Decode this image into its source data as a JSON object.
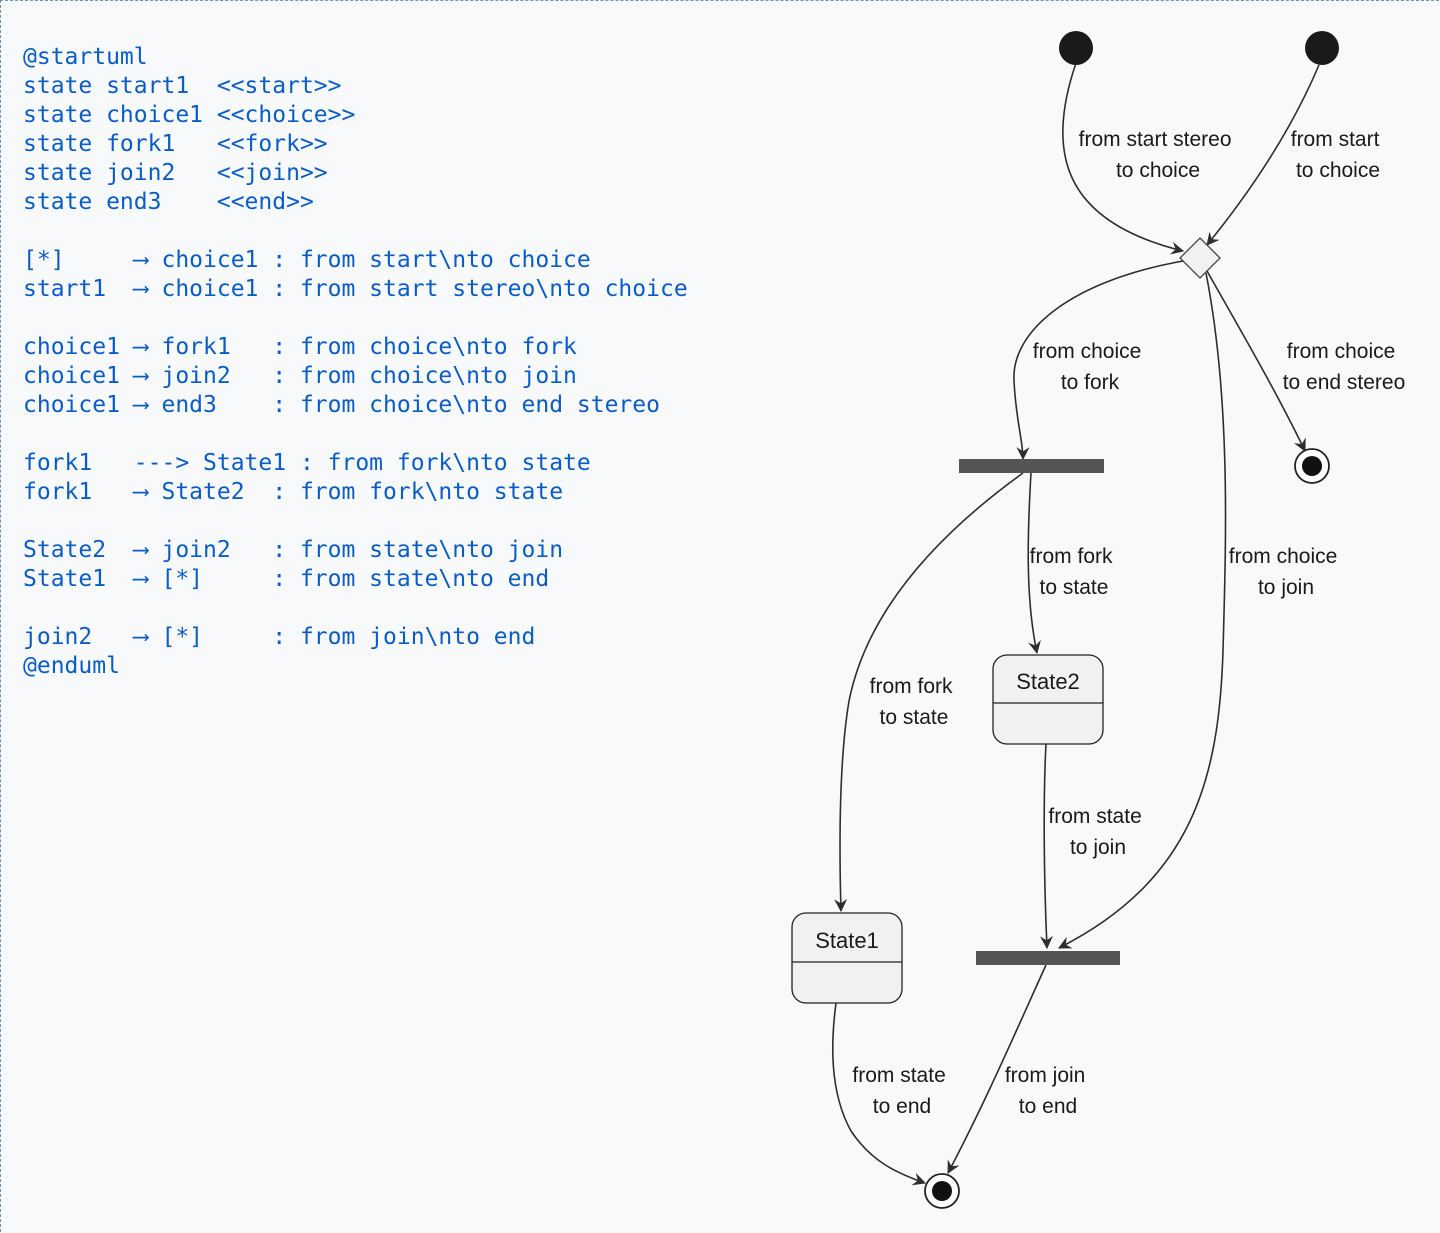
{
  "code": {
    "lines": [
      "@startuml",
      "state start1  <<start>>",
      "state choice1 <<choice>>",
      "state fork1   <<fork>>",
      "state join2   <<join>>",
      "state end3    <<end>>",
      "",
      "[*]     ⟶ choice1 : from start\\nto choice",
      "start1  ⟶ choice1 : from start stereo\\nto choice",
      "",
      "choice1 ⟶ fork1   : from choice\\nto fork",
      "choice1 ⟶ join2   : from choice\\nto join",
      "choice1 ⟶ end3    : from choice\\nto end stereo",
      "",
      "fork1   ---> State1 : from fork\\nto state",
      "fork1   ⟶ State2  : from fork\\nto state",
      "",
      "State2  ⟶ join2   : from state\\nto join",
      "State1  ⟶ [*]     : from state\\nto end",
      "",
      "join2   ⟶ [*]     : from join\\nto end",
      "@enduml"
    ]
  },
  "diagram": {
    "states": {
      "state1": "State1",
      "state2": "State2"
    },
    "labels": {
      "start_stereo_to_choice": [
        "from start stereo",
        "to choice"
      ],
      "start_to_choice": [
        "from start",
        "to choice"
      ],
      "choice_to_fork": [
        "from choice",
        "to fork"
      ],
      "choice_to_end_stereo": [
        "from choice",
        "to end stereo"
      ],
      "fork_to_state2": [
        "from fork",
        "to state"
      ],
      "choice_to_join": [
        "from choice",
        "to join"
      ],
      "fork_to_state1": [
        "from fork",
        "to state"
      ],
      "state_to_join": [
        "from state",
        "to join"
      ],
      "state_to_end": [
        "from state",
        "to end"
      ],
      "join_to_end": [
        "from join",
        "to end"
      ]
    }
  },
  "colors": {
    "code_text": "#0a5cc7",
    "background": "#f7f9fb",
    "bar": "#555555",
    "state_fill": "#f1f1f1"
  }
}
